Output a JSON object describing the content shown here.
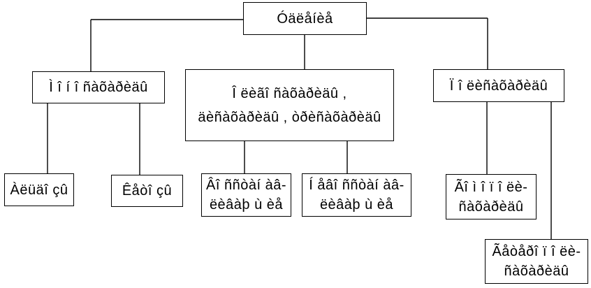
{
  "diagram": {
    "root": "Óäëåíèå",
    "level1": [
      {
        "id": "mono",
        "lines": [
          "Ì î í î ñàõàðèäû"
        ]
      },
      {
        "id": "oligo",
        "lines": [
          "Î ëèãî ñàõàðèäû ,",
          "äèñàõàðèäû , òðèñàõàðèäû"
        ]
      },
      {
        "id": "poly",
        "lines": [
          "Ï î ëèñàõàðèäû"
        ]
      }
    ],
    "level2": [
      {
        "parent": "mono",
        "lines": [
          "Àëüäî çû"
        ]
      },
      {
        "parent": "mono",
        "lines": [
          "Êåòî çû"
        ]
      },
      {
        "parent": "oligo",
        "lines": [
          "Âî ññòàí àâ-",
          "ëèâàþ ù èå"
        ]
      },
      {
        "parent": "oligo",
        "lines": [
          "Í åâî ññòàí àâ-",
          "ëèâàþ ù èå"
        ]
      },
      {
        "parent": "poly",
        "lines": [
          "Ãî ì î ï î ëè-",
          "ñàõàðèäû"
        ]
      },
      {
        "parent": "poly",
        "lines": [
          "Ãåòåðî ï î ëè-",
          "ñàõàðèäû"
        ]
      }
    ]
  }
}
